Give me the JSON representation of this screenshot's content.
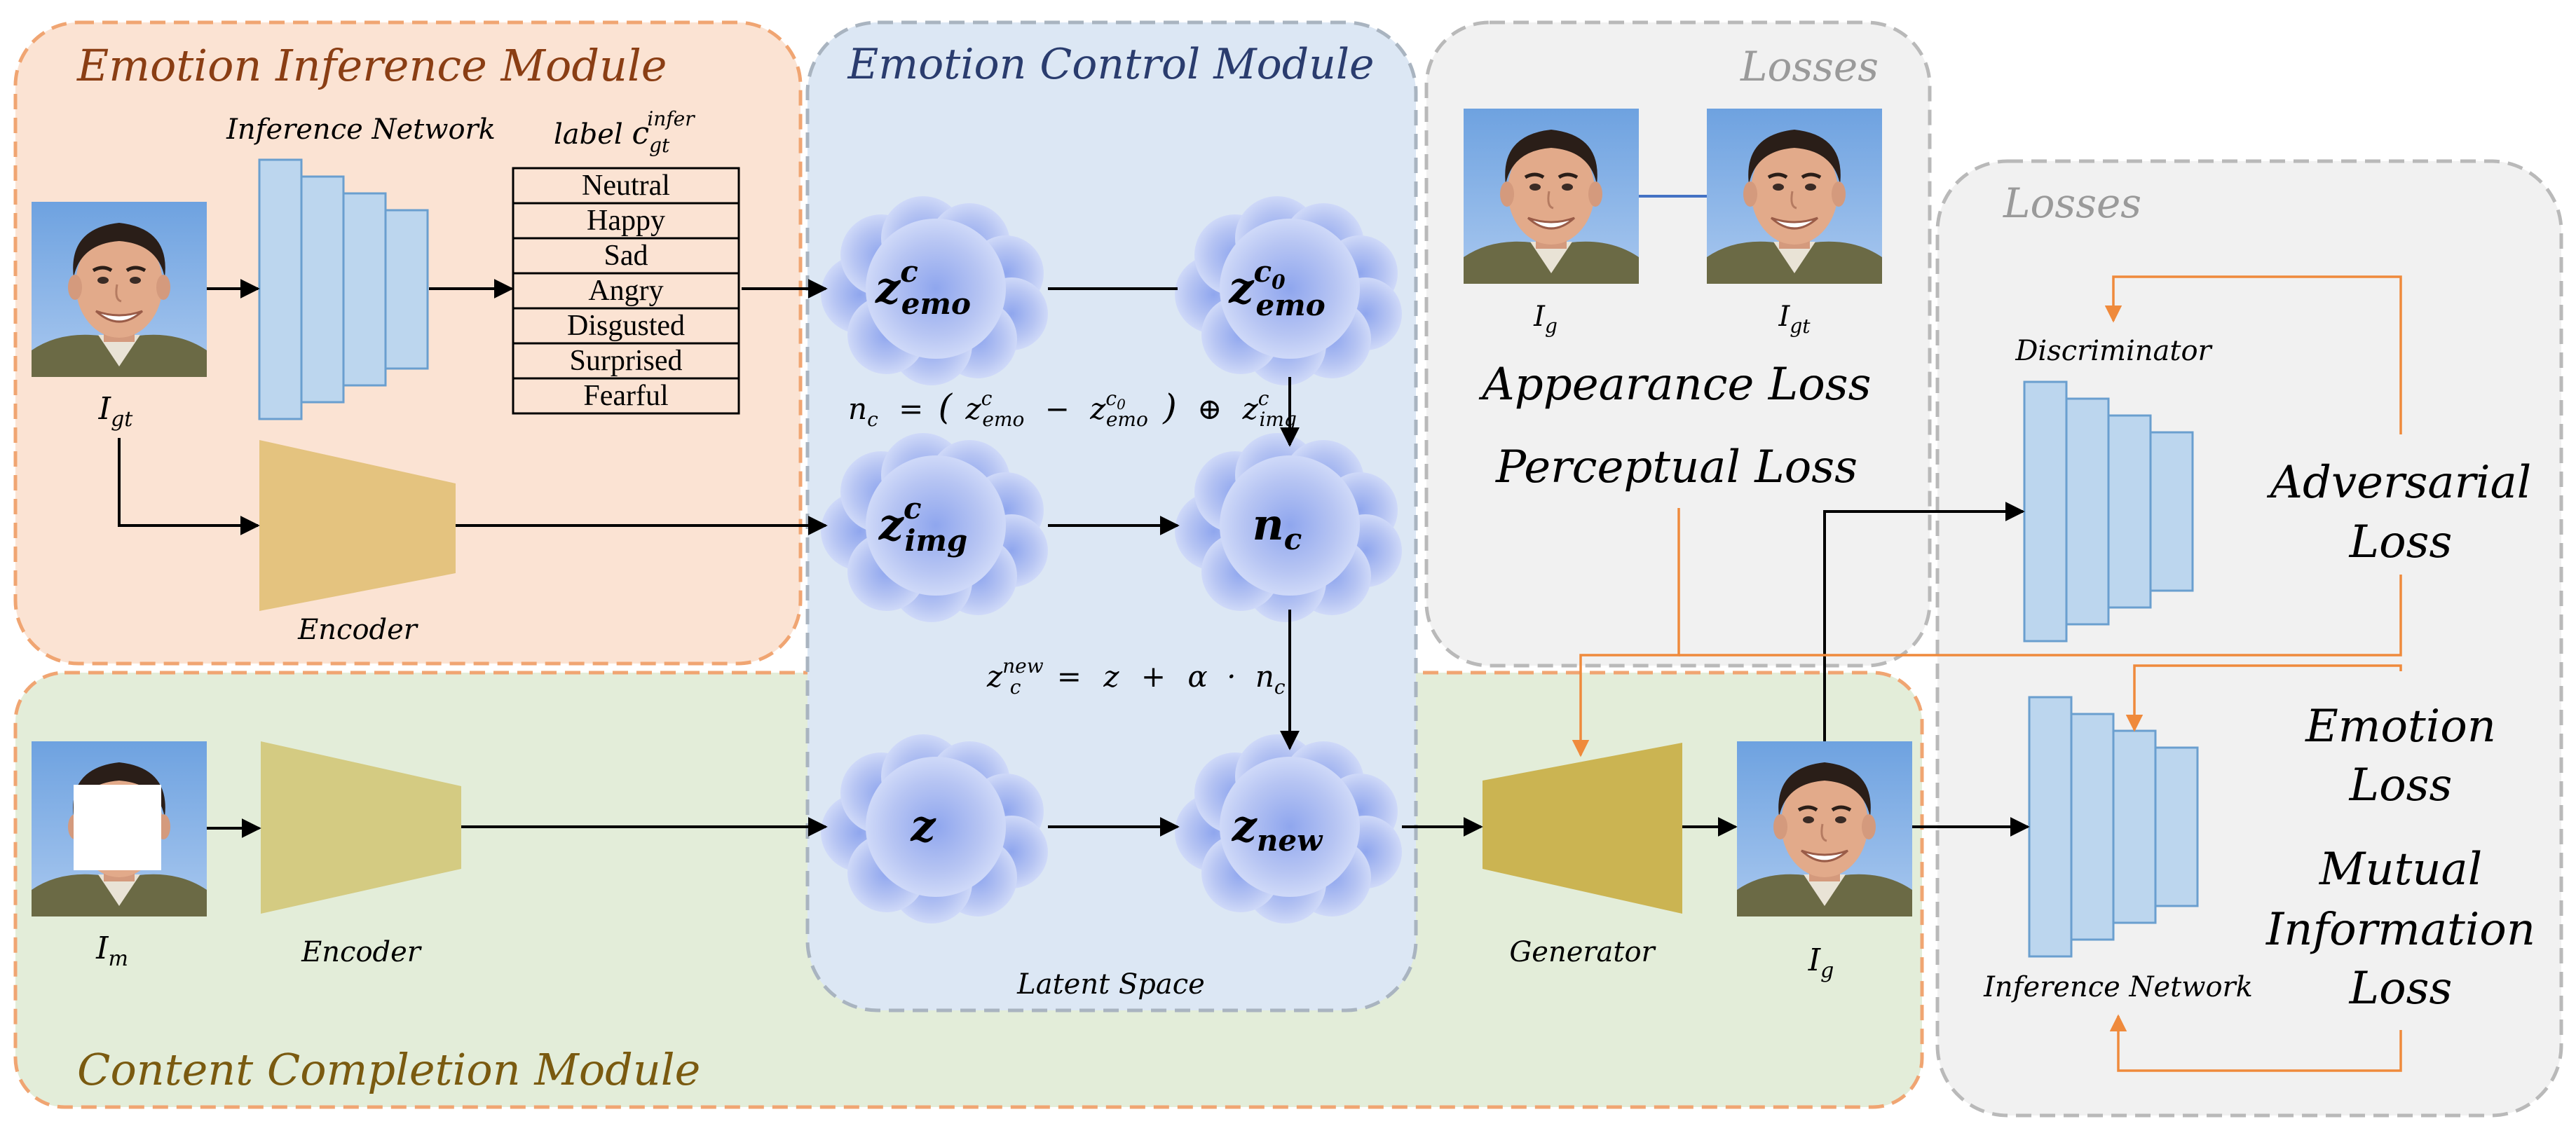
{
  "modules": {
    "emotion_inference": {
      "title": "Emotion Inference Module",
      "color": "#8a3e14"
    },
    "emotion_control": {
      "title": "Emotion Control Module",
      "color": "#2a3c6e"
    },
    "content_completion": {
      "title": "Content Completion Module",
      "color": "#7a5a10"
    },
    "losses_top": {
      "title": "Losses",
      "color": "#9a9a9a"
    },
    "losses_right": {
      "title": "Losses",
      "color": "#9a9a9a"
    }
  },
  "labels": {
    "inference_network_top": "Inference Network",
    "encoder_top": "Encoder",
    "encoder_bottom": "Encoder",
    "generator": "Generator",
    "latent_space": "Latent Space",
    "discriminator": "Discriminator",
    "inference_network_right": "Inference Network",
    "label_prefix": "label",
    "label_sym": "c",
    "label_sub": "gt",
    "label_sup": "infer"
  },
  "emotion_labels": [
    "Neutral",
    "Happy",
    "Sad",
    "Angry",
    "Disgusted",
    "Surprised",
    "Fearful"
  ],
  "image_labels": {
    "i_gt_left": {
      "base": "I",
      "sub": "gt"
    },
    "i_m": {
      "base": "I",
      "sub": "m"
    },
    "i_g_top": {
      "base": "I",
      "sub": "g"
    },
    "i_gt_top": {
      "base": "I",
      "sub": "gt"
    },
    "i_g_out": {
      "base": "I",
      "sub": "g"
    }
  },
  "latent": {
    "z_emo_c": {
      "base": "z",
      "sub": "emo",
      "sup": "c",
      "sup_sub": ""
    },
    "z_emo_c0": {
      "base": "z",
      "sub": "emo",
      "sup": "c",
      "sup_sub": "0"
    },
    "z_img_c": {
      "base": "z",
      "sub": "img",
      "sup": "c",
      "sup_sub": ""
    },
    "n_c": {
      "base": "n",
      "sub": "c",
      "sup": "",
      "sup_sub": ""
    },
    "z": {
      "base": "z",
      "sub": "",
      "sup": "",
      "sup_sub": ""
    },
    "z_new": {
      "base": "z",
      "sub": "new",
      "sup": "",
      "sup_sub": ""
    }
  },
  "equations": {
    "eq1": {
      "n": "n",
      "n_sub": "c",
      "eq": "=",
      "lparen": "(",
      "rparen": ")",
      "z1": "z",
      "z1_sub": "emo",
      "z1_sup": "c",
      "minus": "−",
      "z2": "z",
      "z2_sub": "emo",
      "z2_sup": "c",
      "z2_sup_sub": "0",
      "oplus": "⊕",
      "z3": "z",
      "z3_sub": "img",
      "z3_sup": "c"
    },
    "eq2": {
      "z": "z",
      "z_sub": "c",
      "z_sup": "new",
      "eq": "=",
      "z2": "z",
      "plus": "+",
      "alpha": "α",
      "dot": "·",
      "n": "n",
      "n_sub": "c"
    }
  },
  "losses": {
    "appearance": "Appearance Loss",
    "perceptual": "Perceptual Loss",
    "adversarial_1": "Adversarial",
    "adversarial_2": "Loss",
    "emotion_1": "Emotion",
    "emotion_2": "Loss",
    "mutual_1": "Mutual",
    "mutual_2": "Information",
    "mutual_3": "Loss"
  },
  "colors": {
    "inference_bg": "#fbe3d3",
    "control_bg": "#dce7f4",
    "completion_bg": "#e3edd9",
    "losses_bg": "#f1f1f1",
    "network_fill": "#bcd6ee",
    "network_stroke": "#6a9fcf",
    "encoder_top": "#e4c37f",
    "encoder_bottom": "#d4cb82",
    "generator": "#cbb452",
    "orange_arrow": "#ef8a3c",
    "blue_link": "#4472c4"
  }
}
